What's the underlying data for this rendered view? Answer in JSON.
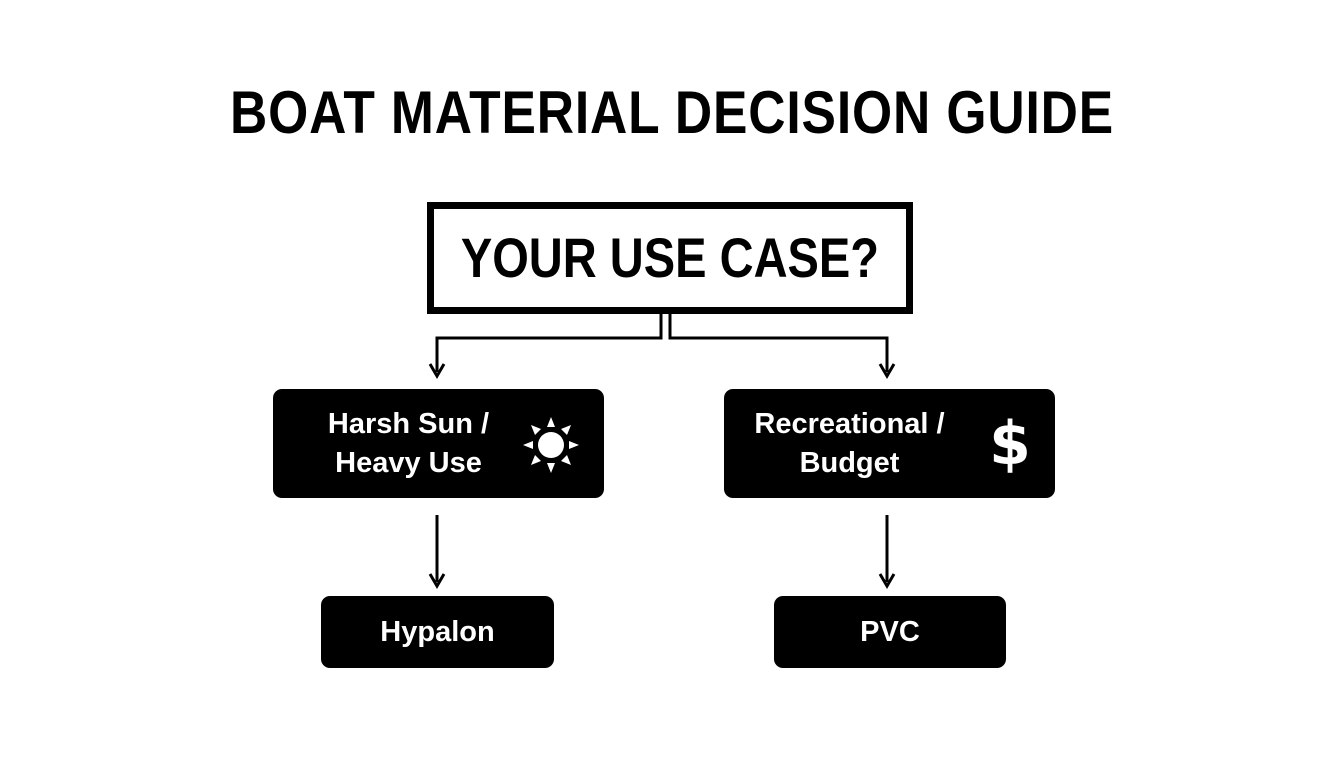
{
  "diagram": {
    "title": "BOAT MATERIAL DECISION GUIDE",
    "root": {
      "label": "YOUR USE CASE?"
    },
    "branches": [
      {
        "condition": {
          "line1": "Harsh Sun /",
          "line2": "Heavy Use",
          "icon": "sun-icon"
        },
        "result": "Hypalon"
      },
      {
        "condition": {
          "line1": "Recreational /",
          "line2": "Budget",
          "icon": "dollar-icon"
        },
        "result": "PVC"
      }
    ]
  },
  "colors": {
    "background": "#ffffff",
    "node_fill": "#000000",
    "node_text": "#ffffff",
    "line": "#000000"
  }
}
